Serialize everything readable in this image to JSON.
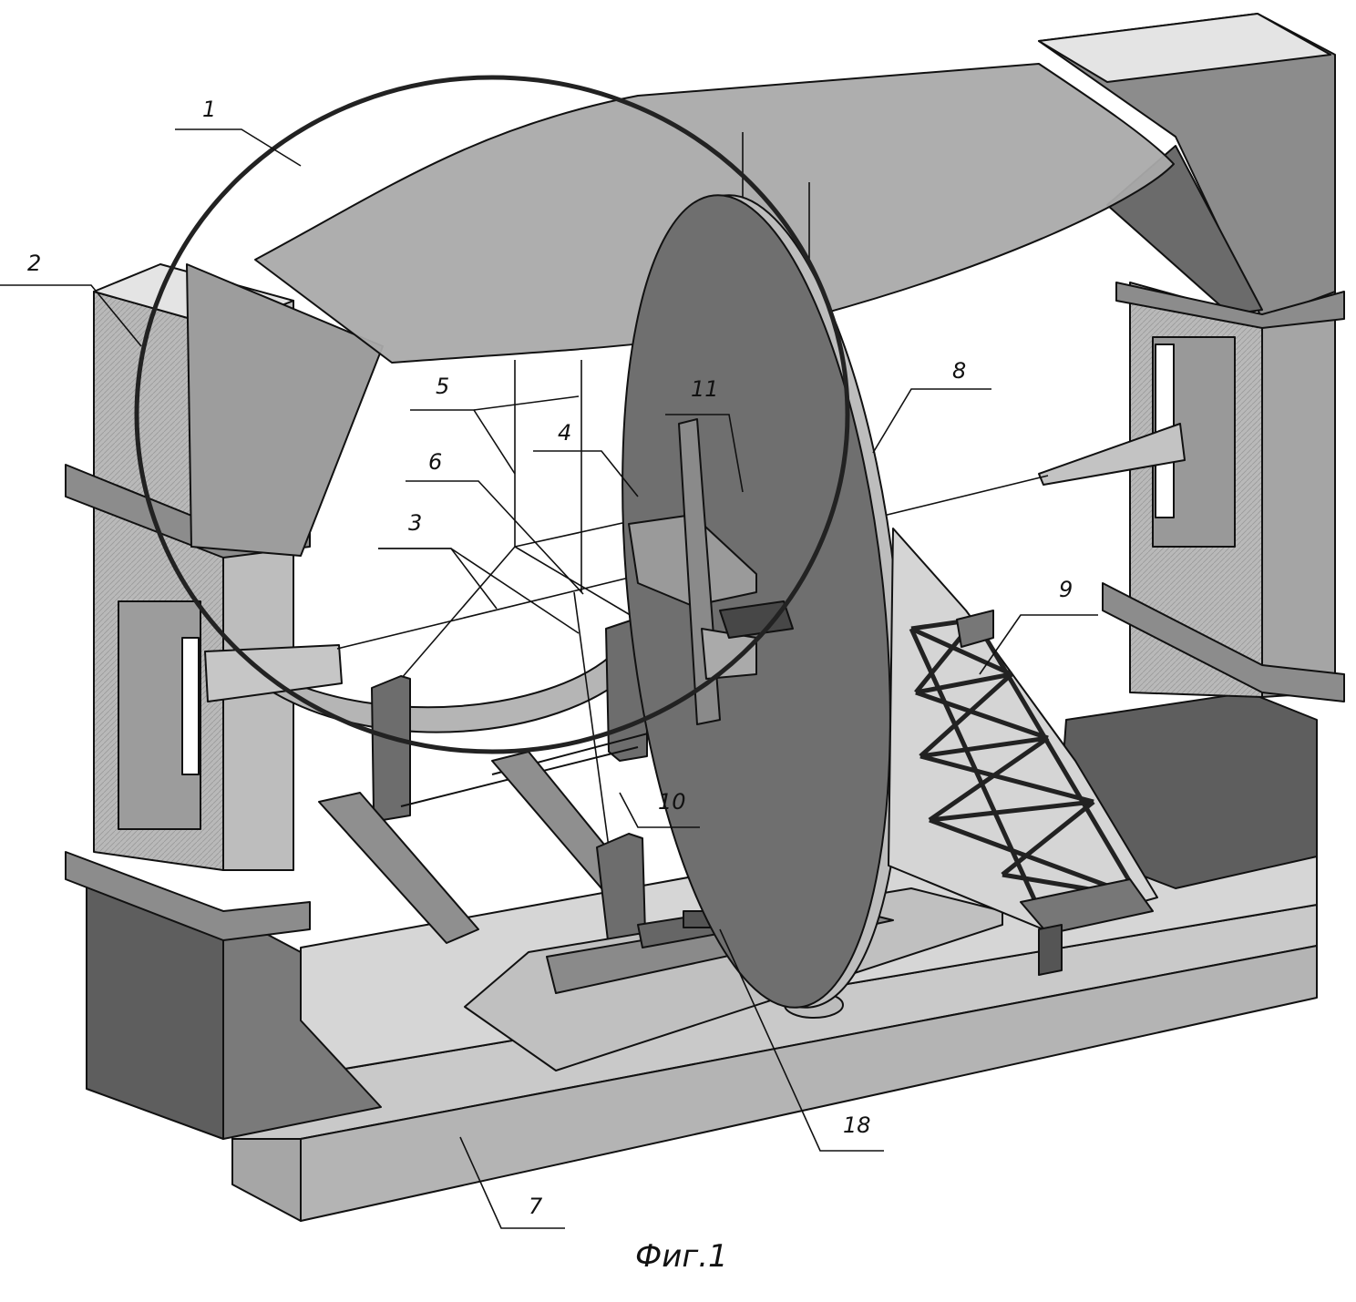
{
  "figure": {
    "caption": "Фиг.1",
    "callouts": [
      "1",
      "2",
      "3",
      "4",
      "5",
      "6",
      "7",
      "8",
      "9",
      "10",
      "11",
      "18"
    ]
  },
  "colors": {
    "background": "#ffffff",
    "light_gray": "#cfcfcf",
    "mid_gray": "#a9a9a9",
    "dark_gray": "#6e6e6e",
    "darkest": "#4a4a4a",
    "line": "#111111"
  }
}
